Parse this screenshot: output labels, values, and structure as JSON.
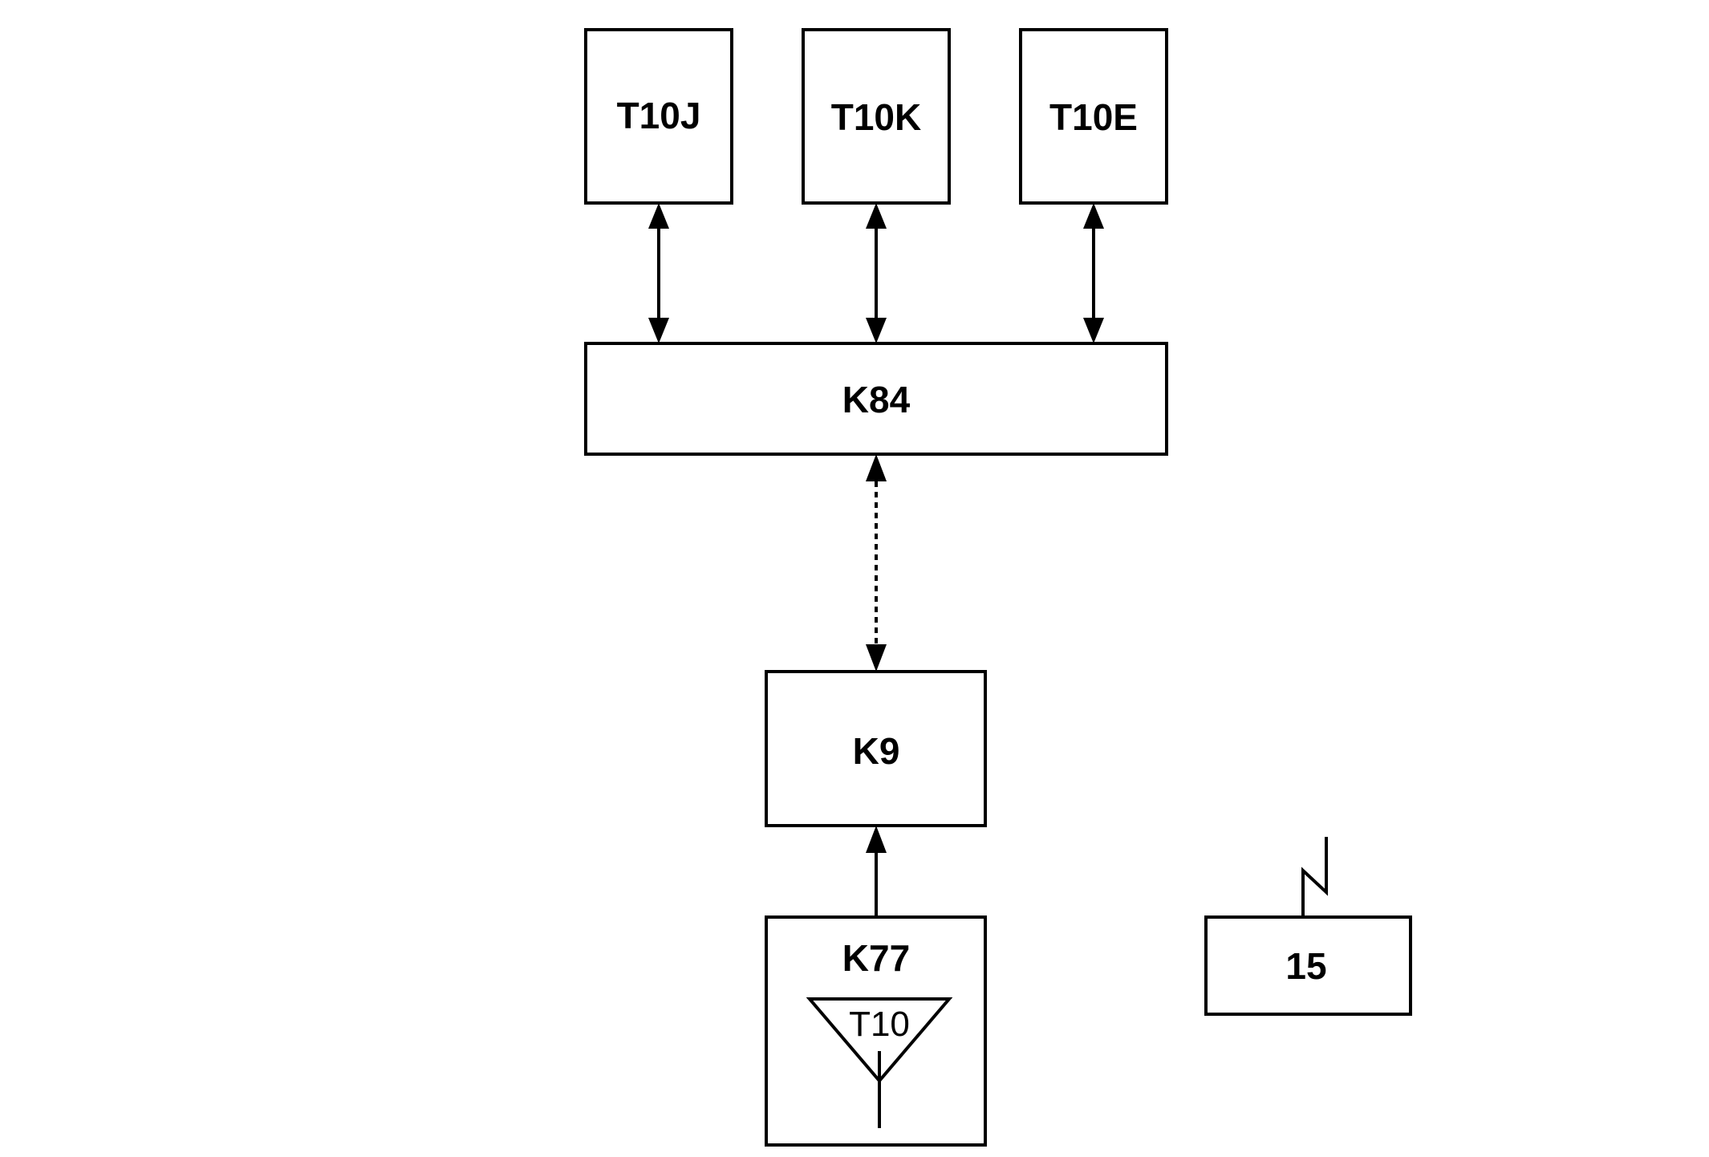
{
  "diagram": {
    "nodes": {
      "t10j": "T10J",
      "t10k": "T10K",
      "t10e": "T10E",
      "k84": "K84",
      "k9": "K9",
      "k77": "K77",
      "t10": "T10",
      "node15": "15"
    },
    "connections": [
      {
        "from": "T10J",
        "to": "K84",
        "style": "solid",
        "direction": "both"
      },
      {
        "from": "T10K",
        "to": "K84",
        "style": "solid",
        "direction": "both"
      },
      {
        "from": "T10E",
        "to": "K84",
        "style": "solid",
        "direction": "both"
      },
      {
        "from": "K84",
        "to": "K9",
        "style": "dashed",
        "direction": "both"
      },
      {
        "from": "K77",
        "to": "K9",
        "style": "solid",
        "direction": "forward"
      }
    ],
    "line_color": "#000000",
    "background": "#ffffff"
  }
}
